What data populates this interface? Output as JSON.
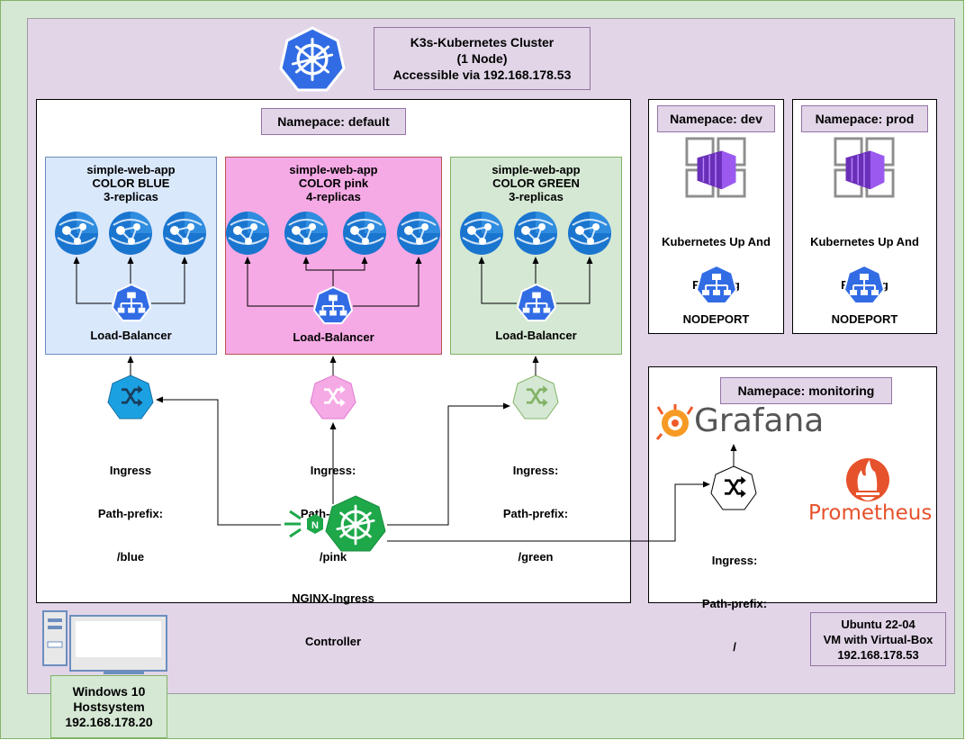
{
  "cluster_title": [
    "K3s-Kubernetes Cluster",
    "(1 Node)",
    "Accessible via 192.168.178.53"
  ],
  "namespaces": {
    "default": "Namepace: default",
    "dev": "Namepace: dev",
    "prod": "Namepace: prod",
    "monitoring": "Namepace: monitoring"
  },
  "apps": [
    {
      "title": "simple-web-app",
      "color": "COLOR BLUE",
      "replicas": "3-replicas",
      "lb": "Load-Balancer",
      "ingress": [
        "Ingress",
        "Path-prefix:",
        "/blue"
      ]
    },
    {
      "title": "simple-web-app",
      "color": "COLOR pink",
      "replicas": "4-replicas",
      "lb": "Load-Balancer",
      "ingress": [
        "Ingress:",
        "Path-prefix:",
        "/pink"
      ]
    },
    {
      "title": "simple-web-app",
      "color": "COLOR GREEN",
      "replicas": "3-replicas",
      "lb": "Load-Balancer",
      "ingress": [
        "Ingress:",
        "Path-prefix:",
        "/green"
      ]
    }
  ],
  "dev": {
    "app": [
      "Kubernetes Up And",
      "Running"
    ],
    "svc": "NODEPORT"
  },
  "prod": {
    "app": [
      "Kubernetes Up And",
      "Running"
    ],
    "svc": "NODEPORT"
  },
  "monitoring": {
    "grafana": "Grafana",
    "prometheus": "Prometheus",
    "ingress": [
      "Ingress:",
      "Path-prefix:",
      "/"
    ]
  },
  "nginx": [
    "NGINX-Ingress",
    "Controller"
  ],
  "vm_label": [
    "Ubuntu 22-04",
    "VM with Virtual-Box",
    "192.168.178.53"
  ],
  "host_label": [
    "Windows 10",
    "Hostsystem",
    "192.168.178.20"
  ],
  "colors": {
    "k8s_blue": "#326ce5",
    "app_blue_bg": "#dae8fc",
    "app_pink_bg": "#f5aae5",
    "app_green_bg": "#d5e8d4",
    "ingress_blue": "#1ba1e2",
    "ingress_pink": "#f5aae5",
    "ingress_green": "#82b366",
    "nginx_green": "#1ea84a",
    "grafana_orange": "#f05a28",
    "prometheus_red": "#e6522c",
    "namespace_label": "#e1d5e7"
  }
}
